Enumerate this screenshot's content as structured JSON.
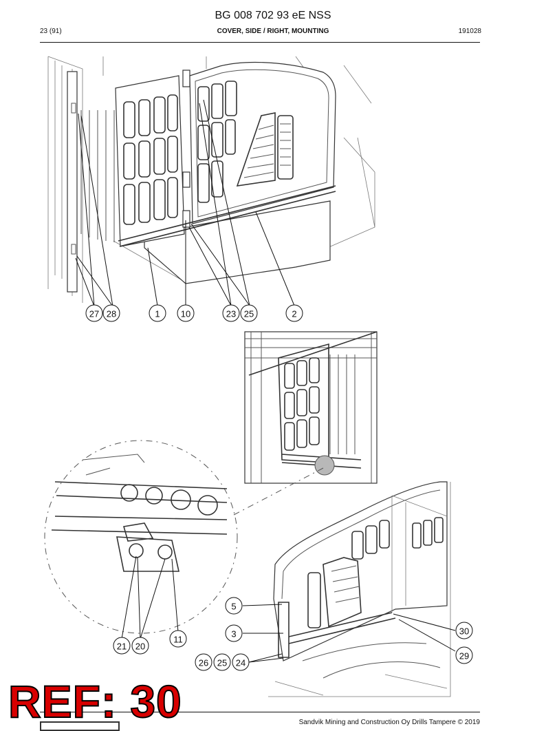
{
  "header": {
    "doc_title": "BG 008 702 93 eE NSS",
    "page": "23 (91)",
    "section": "COVER, SIDE / RIGHT, MOUNTING",
    "date_code": "191028"
  },
  "footer": {
    "copyright": "Sandvik Mining and Construction Oy Drills Tampere © 2019"
  },
  "stamp": {
    "text": "REF: 30",
    "color": "#d80000"
  },
  "callouts": {
    "main_view": [
      "27",
      "28",
      "1",
      "10",
      "23",
      "25",
      "2"
    ],
    "detail_view": [
      "21",
      "20",
      "11"
    ],
    "lower_view": [
      "5",
      "3",
      "26",
      "25",
      "24",
      "30",
      "29"
    ]
  }
}
